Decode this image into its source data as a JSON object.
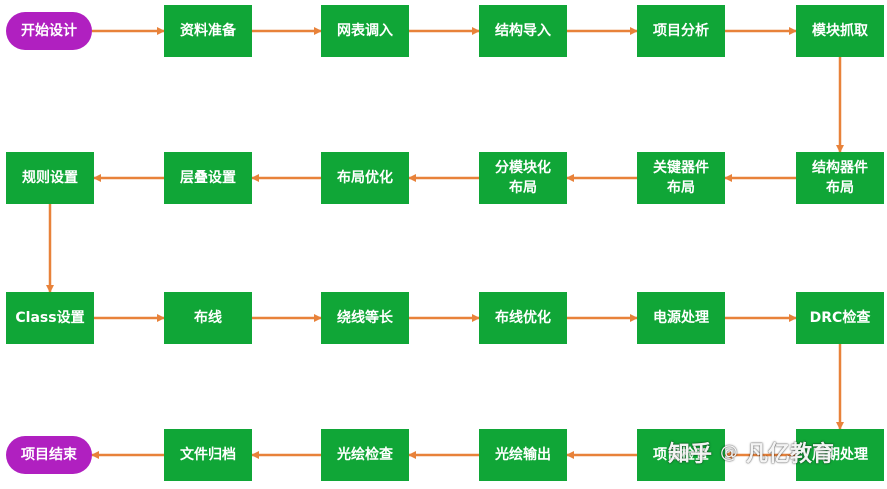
{
  "colors": {
    "process_fill": "#10a637",
    "terminal_fill": "#b020c0",
    "arrow": "#e8823a",
    "text": "#ffffff"
  },
  "nodes": [
    {
      "id": "start",
      "label": "开始设计",
      "kind": "terminal"
    },
    {
      "id": "n1",
      "label": "资料准备",
      "kind": "process"
    },
    {
      "id": "n2",
      "label": "网表调入",
      "kind": "process"
    },
    {
      "id": "n3",
      "label": "结构导入",
      "kind": "process"
    },
    {
      "id": "n4",
      "label": "项目分析",
      "kind": "process"
    },
    {
      "id": "n5",
      "label": "模块抓取",
      "kind": "process"
    },
    {
      "id": "n6",
      "label": "结构器件\n布局",
      "kind": "process"
    },
    {
      "id": "n7",
      "label": "关键器件\n布局",
      "kind": "process"
    },
    {
      "id": "n8",
      "label": "分模块化\n布局",
      "kind": "process"
    },
    {
      "id": "n9",
      "label": "布局优化",
      "kind": "process"
    },
    {
      "id": "n10",
      "label": "层叠设置",
      "kind": "process"
    },
    {
      "id": "n11",
      "label": "规则设置",
      "kind": "process"
    },
    {
      "id": "n12",
      "label": "Class设置",
      "kind": "process"
    },
    {
      "id": "n13",
      "label": "布线",
      "kind": "process"
    },
    {
      "id": "n14",
      "label": "绕线等长",
      "kind": "process"
    },
    {
      "id": "n15",
      "label": "布线优化",
      "kind": "process"
    },
    {
      "id": "n16",
      "label": "电源处理",
      "kind": "process"
    },
    {
      "id": "n17",
      "label": "DRC检查",
      "kind": "process"
    },
    {
      "id": "n18",
      "label": "后期处理",
      "kind": "process"
    },
    {
      "id": "n19",
      "label": "项目检查",
      "kind": "process"
    },
    {
      "id": "n20",
      "label": "光绘输出",
      "kind": "process"
    },
    {
      "id": "n21",
      "label": "光绘检查",
      "kind": "process"
    },
    {
      "id": "n22",
      "label": "文件归档",
      "kind": "process"
    },
    {
      "id": "end",
      "label": "项目结束",
      "kind": "terminal"
    }
  ],
  "edges": [
    [
      "start",
      "n1"
    ],
    [
      "n1",
      "n2"
    ],
    [
      "n2",
      "n3"
    ],
    [
      "n3",
      "n4"
    ],
    [
      "n4",
      "n5"
    ],
    [
      "n5",
      "n6"
    ],
    [
      "n6",
      "n7"
    ],
    [
      "n7",
      "n8"
    ],
    [
      "n8",
      "n9"
    ],
    [
      "n9",
      "n10"
    ],
    [
      "n10",
      "n11"
    ],
    [
      "n11",
      "n12"
    ],
    [
      "n12",
      "n13"
    ],
    [
      "n13",
      "n14"
    ],
    [
      "n14",
      "n15"
    ],
    [
      "n15",
      "n16"
    ],
    [
      "n16",
      "n17"
    ],
    [
      "n17",
      "n18"
    ],
    [
      "n18",
      "n19"
    ],
    [
      "n19",
      "n20"
    ],
    [
      "n20",
      "n21"
    ],
    [
      "n21",
      "n22"
    ],
    [
      "n22",
      "end"
    ]
  ],
  "watermark": {
    "brand": "知乎",
    "separator": "@",
    "author": "凡亿教育"
  }
}
